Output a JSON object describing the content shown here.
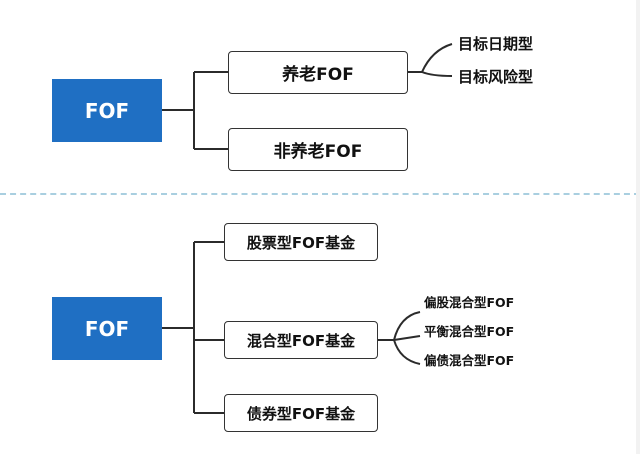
{
  "top_tree": {
    "root": "FOF",
    "branches": [
      {
        "label": "养老FOF",
        "children": [
          "目标日期型",
          "目标风险型"
        ]
      },
      {
        "label": "非养老FOF",
        "children": []
      }
    ]
  },
  "bottom_tree": {
    "root": "FOF",
    "branches": [
      {
        "label": "股票型FOF基金",
        "children": []
      },
      {
        "label": "混合型FOF基金",
        "children": [
          "偏股混合型FOF",
          "平衡混合型FOF",
          "偏债混合型FOF"
        ]
      },
      {
        "label": "债券型FOF基金",
        "children": []
      }
    ]
  },
  "colors": {
    "root_fill": "#1f6fc3",
    "line": "#333333",
    "divider": "#a9cfe0"
  }
}
